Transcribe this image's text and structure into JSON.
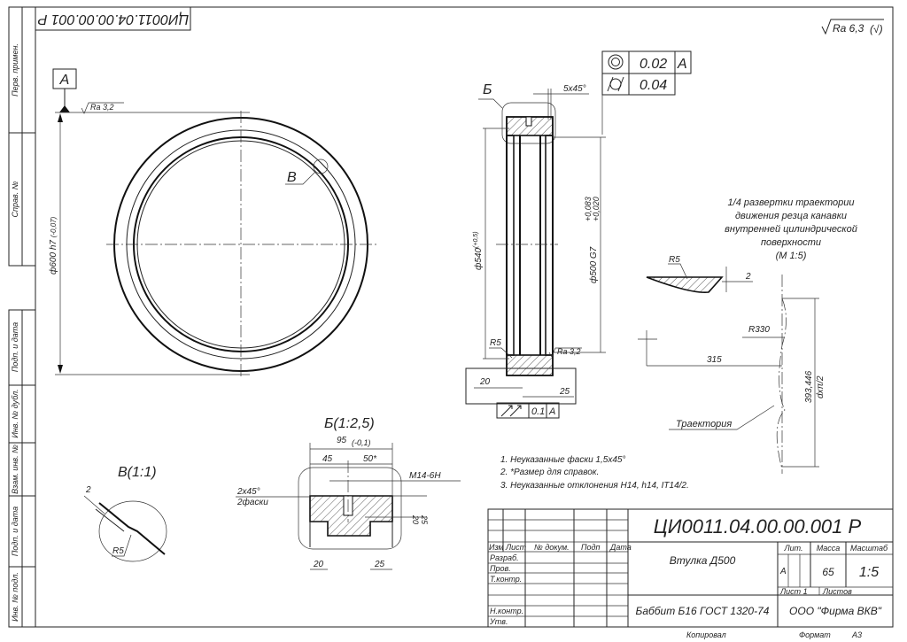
{
  "drawing": {
    "code": "ЦИ0011.04.00.00.001 Р",
    "code_reversed": "ЦИ0011.04.00.00.001 Р",
    "roughness_general": "Ra 6,3",
    "roughness_general_suffix": "(√)"
  },
  "side_strip": {
    "top": [
      "Перв. примен.",
      "Справ. №"
    ],
    "bottom": [
      "Подп. и дата",
      "Инв. № дубл.",
      "Взам. инв. №",
      "Подп. и дата",
      "Инв. № подл."
    ]
  },
  "main_view": {
    "datum": "А",
    "roughness": "Ra 3,2",
    "diameter": "ф600 h7",
    "diameter_tol": "(-0,07)",
    "detail_callout": "В"
  },
  "section_view": {
    "detail_callout": "Б",
    "chamfer": "5x45°",
    "tol_frame": [
      {
        "symbol": "concentricity",
        "value": "0.02",
        "datum": "А"
      },
      {
        "symbol": "cylindricity",
        "value": "0.04",
        "datum": ""
      }
    ],
    "dia_outer": "ф540",
    "dia_outer_tol": "(+0,5)",
    "dia_inner": "ф500 G7",
    "dia_inner_tol_upper": "+0,083",
    "dia_inner_tol_lower": "+0,020",
    "radius": "R5",
    "roughness": "Ra 3,2",
    "dim_left": "20",
    "dim_right": "25",
    "runout_value": "0.1",
    "runout_datum": "А"
  },
  "detail_b": {
    "title": "Б(1:2,5)",
    "width": "95",
    "width_tol": "(-0,1)",
    "dim_45": "45",
    "dim_50": "50*",
    "thread": "M14-6H",
    "chamfer": "2x45°",
    "chamfer_note": "2фаски",
    "depth_20": "20",
    "depth_25": "25",
    "bottom_20": "20",
    "bottom_25": "25"
  },
  "detail_v": {
    "title": "В(1:1)",
    "dim": "2",
    "radius": "R5"
  },
  "trajectory": {
    "title_lines": [
      "1/4 развертки траектории",
      "движения резца канавки",
      "внутренней цилиндрической",
      "поверхности",
      "(М 1:5)"
    ],
    "radius_small": "R5",
    "depth": "2",
    "radius_large": "R330",
    "dim_315": "315",
    "length": "393,446",
    "length_formula": "dxπ/2",
    "label": "Траектория"
  },
  "notes": [
    "1. Неуказанные фаски 1,5x45°",
    "2. *Размер для справок.",
    "3. Неуказанные отклонения H14, h14, IT14/2."
  ],
  "title_block": {
    "headers": [
      "Изм",
      "Лист",
      "№ докум.",
      "Подп",
      "Дата"
    ],
    "roles": [
      "Разраб.",
      "Пров.",
      "Т.контр.",
      "",
      "Н.контр.",
      "Утв."
    ],
    "name": "Втулка Д500",
    "material": "Баббит Б16 ГОСТ 1320-74",
    "lit_label": "Лит.",
    "mass_label": "Масса",
    "scale_label": "Масштаб",
    "lit_value": "А",
    "mass_value": "65",
    "scale_value": "1:5",
    "sheet_label": "Лист 1",
    "sheets_label": "Листов",
    "company": "ООО \"Фирма ВКВ\"",
    "copied": "Копировал",
    "format_label": "Формат",
    "format_value": "А3"
  }
}
